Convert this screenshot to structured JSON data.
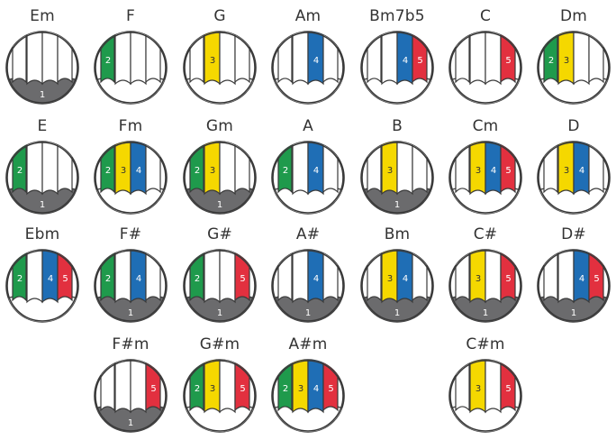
{
  "colors": {
    "finger_2": "#1f9a4c",
    "finger_3": "#f5d800",
    "finger_4": "#1f6eb5",
    "finger_5": "#e2303f",
    "thumb": "#6b6b6d",
    "outline": "#3a3a3a",
    "text": "#333333"
  },
  "chords": [
    {
      "name": "Em",
      "thumb": true,
      "fingers": []
    },
    {
      "name": "F",
      "thumb": false,
      "fingers": [
        2
      ]
    },
    {
      "name": "G",
      "thumb": false,
      "fingers": [
        3
      ]
    },
    {
      "name": "Am",
      "thumb": false,
      "fingers": [
        4
      ]
    },
    {
      "name": "Bm7b5",
      "thumb": false,
      "fingers": [
        4,
        5
      ]
    },
    {
      "name": "C",
      "thumb": false,
      "fingers": [
        5
      ]
    },
    {
      "name": "Dm",
      "thumb": false,
      "fingers": [
        2,
        3
      ]
    },
    {
      "name": "E",
      "thumb": true,
      "fingers": [
        2
      ]
    },
    {
      "name": "Fm",
      "thumb": false,
      "fingers": [
        2,
        3,
        4
      ]
    },
    {
      "name": "Gm",
      "thumb": true,
      "fingers": [
        2,
        3
      ]
    },
    {
      "name": "A",
      "thumb": false,
      "fingers": [
        2,
        4
      ]
    },
    {
      "name": "B",
      "thumb": true,
      "fingers": [
        3
      ]
    },
    {
      "name": "Cm",
      "thumb": false,
      "fingers": [
        3,
        4,
        5
      ]
    },
    {
      "name": "D",
      "thumb": false,
      "fingers": [
        3,
        4
      ]
    },
    {
      "name": "Ebm",
      "thumb": false,
      "fingers": [
        2,
        4,
        5
      ]
    },
    {
      "name": "F#",
      "thumb": true,
      "fingers": [
        2,
        4
      ]
    },
    {
      "name": "G#",
      "thumb": true,
      "fingers": [
        2,
        5
      ]
    },
    {
      "name": "A#",
      "thumb": true,
      "fingers": [
        4
      ]
    },
    {
      "name": "Bm",
      "thumb": true,
      "fingers": [
        3,
        4
      ]
    },
    {
      "name": "C#",
      "thumb": true,
      "fingers": [
        3,
        5
      ]
    },
    {
      "name": "D#",
      "thumb": true,
      "fingers": [
        4,
        5
      ]
    },
    {
      "name": "F#m",
      "thumb": true,
      "fingers": [
        5
      ]
    },
    {
      "name": "G#m",
      "thumb": false,
      "fingers": [
        2,
        3,
        5
      ]
    },
    {
      "name": "A#m",
      "thumb": false,
      "fingers": [
        2,
        3,
        4,
        5
      ]
    },
    {
      "name": "C#m",
      "thumb": false,
      "fingers": [
        3,
        5
      ]
    }
  ]
}
